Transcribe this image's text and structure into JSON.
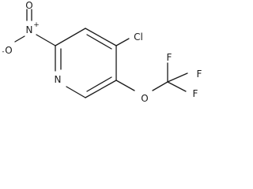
{
  "structure": {
    "atoms": {
      "ring_nitrogen": "N",
      "nitro_nitrogen": "N",
      "nitro_nitrogen_charge": "+",
      "nitro_oxygen_double": "O",
      "nitro_oxygen_single": "O",
      "nitro_oxygen_charge": "-",
      "chlorine": "Cl",
      "ether_oxygen": "O",
      "fluorine_1": "F",
      "fluorine_2": "F",
      "fluorine_3": "F"
    }
  }
}
